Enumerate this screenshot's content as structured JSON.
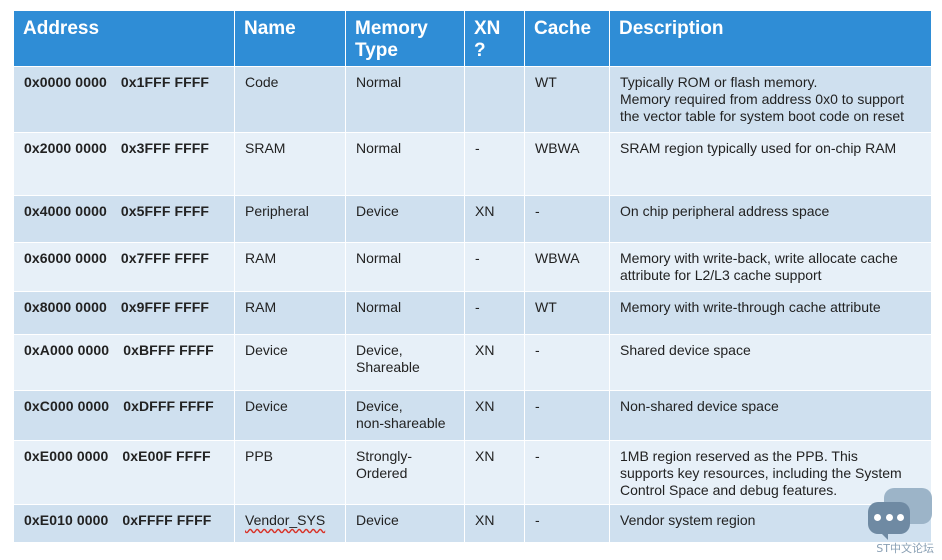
{
  "headers": {
    "address": "Address",
    "name": "Name",
    "memory_type_line1": "Memory",
    "memory_type_line2": "Type",
    "xn_line1": "XN",
    "xn_line2": "?",
    "cache": "Cache",
    "description": "Description"
  },
  "rows": [
    {
      "start": "0x0000 0000",
      "end": "0x1FFF FFFF",
      "name": "Code",
      "type": [
        "Normal"
      ],
      "xn": "",
      "cache": "WT",
      "desc": [
        "Typically ROM or flash memory.",
        "Memory required from address 0x0 to support",
        "the vector table for system boot code on reset"
      ]
    },
    {
      "start": "0x2000 0000",
      "end": "0x3FFF FFFF",
      "name": "SRAM",
      "type": [
        "Normal"
      ],
      "xn": "-",
      "cache": "WBWA",
      "desc": [
        "SRAM region typically used for on-chip RAM"
      ]
    },
    {
      "start": "0x4000 0000",
      "end": "0x5FFF FFFF",
      "name": "Peripheral",
      "type": [
        "Device"
      ],
      "xn": "XN",
      "cache": "-",
      "desc": [
        "On chip peripheral address space"
      ]
    },
    {
      "start": "0x6000 0000",
      "end": "0x7FFF FFFF",
      "name": "RAM",
      "type": [
        "Normal"
      ],
      "xn": "-",
      "cache": "WBWA",
      "desc": [
        "Memory with write-back, write allocate cache",
        "attribute for L2/L3 cache support"
      ]
    },
    {
      "start": "0x8000 0000",
      "end": "0x9FFF FFFF",
      "name": "RAM",
      "type": [
        "Normal"
      ],
      "xn": "-",
      "cache": "WT",
      "desc": [
        "Memory with write-through cache attribute"
      ]
    },
    {
      "start": "0xA000 0000",
      "end": "0xBFFF FFFF",
      "name": "Device",
      "type": [
        "Device,",
        "Shareable"
      ],
      "xn": "XN",
      "cache": "-",
      "desc": [
        "Shared device space"
      ]
    },
    {
      "start": "0xC000 0000",
      "end": "0xDFFF FFFF",
      "name": "Device",
      "type": [
        "Device,",
        "non-shareable"
      ],
      "xn": "XN",
      "cache": "-",
      "desc": [
        "Non-shared device space"
      ]
    },
    {
      "start": "0xE000 0000",
      "end": "0xE00F FFFF",
      "name": "PPB",
      "type": [
        "Strongly-",
        "Ordered"
      ],
      "xn": "XN",
      "cache": "-",
      "desc": [
        "1MB region reserved as the PPB. This",
        "supports key resources, including the System",
        "Control Space and debug features."
      ]
    },
    {
      "start": "0xE010 0000",
      "end": "0xFFFF FFFF",
      "name": "Vendor_SYS",
      "type": [
        "Device"
      ],
      "xn": "XN",
      "cache": "-",
      "desc": [
        "Vendor system region"
      ]
    }
  ],
  "watermark": {
    "icon": "chat-bubbles-icon",
    "text": "ST中文论坛"
  },
  "colors": {
    "header_bg": "#2f8dd6",
    "row_dark": "#cfe0ef",
    "row_light": "#e7f0f8"
  }
}
